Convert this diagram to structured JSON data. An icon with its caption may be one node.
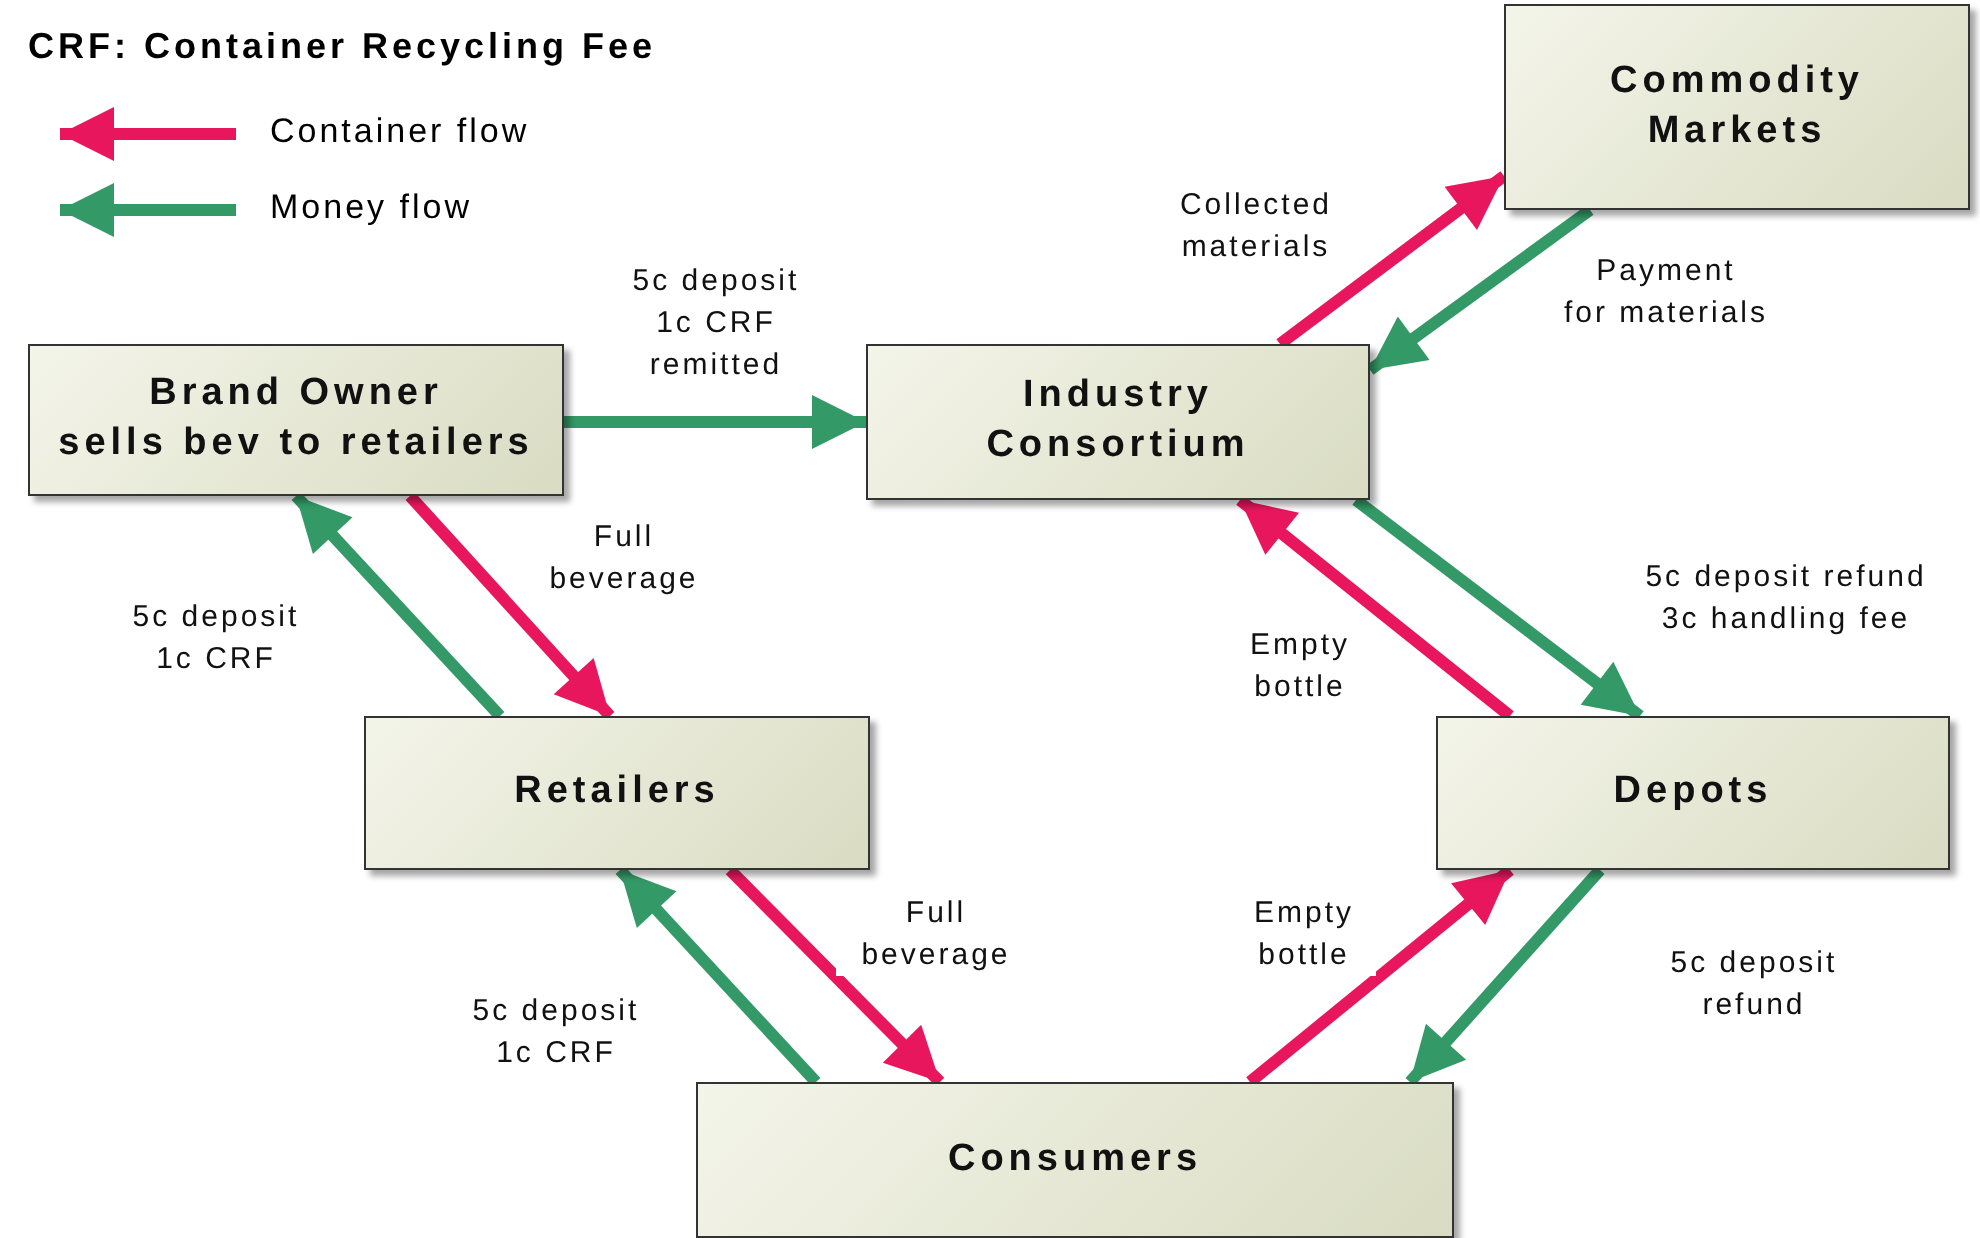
{
  "diagram": {
    "title": "CRF: Container Recycling Fee",
    "nodes": [
      {
        "text": [
          "Brand Owner sells bev to retailers"
        ]
      },
      {
        "text": [
          "Industry Consortium"
        ]
      },
      {
        "text": [
          "Commodity Markets"
        ]
      },
      {
        "text": [
          "Retailers"
        ]
      },
      {
        "text": [
          "Depots"
        ]
      },
      {
        "text": [
          "Consumers"
        ]
      }
    ],
    "edges": [
      {
        "from": 0,
        "to": 1,
        "arrow": "to",
        "label": "5c deposit 1c CRF remitted",
        "color": "#339966"
      },
      {
        "from": 1,
        "to": 2,
        "arrow": "to",
        "label": "Collected materials",
        "color": "#e8175d"
      },
      {
        "from": 2,
        "to": 1,
        "arrow": "to",
        "label": "Payment for materials",
        "color": "#339966"
      },
      {
        "from": 0,
        "to": 3,
        "arrow": "to",
        "label": "Full beverage",
        "color": "#e8175d"
      },
      {
        "from": 3,
        "to": 0,
        "arrow": "to",
        "label": "5c deposit 1c CRF",
        "color": "#339966"
      },
      {
        "from": 1,
        "to": 4,
        "arrow": "to",
        "label": "5c deposit refund 3c handling fee",
        "color": "#339966"
      },
      {
        "from": 4,
        "to": 1,
        "arrow": "to",
        "label": "Empty bottle",
        "color": "#e8175d"
      },
      {
        "from": 3,
        "to": 5,
        "arrow": "to",
        "label": "Full beverage",
        "color": "#e8175d"
      },
      {
        "from": 5,
        "to": 3,
        "arrow": "to",
        "label": "5c deposit 1c CRF",
        "color": "#339966"
      },
      {
        "from": 5,
        "to": 4,
        "arrow": "to",
        "label": "Empty bottle",
        "color": "#e8175d"
      },
      {
        "from": 4,
        "to": 5,
        "arrow": "to",
        "label": "5c deposit refund",
        "color": "#339966"
      }
    ],
    "legend": [
      {
        "text": "Container flow"
      },
      {
        "text": "Money flow"
      }
    ]
  }
}
